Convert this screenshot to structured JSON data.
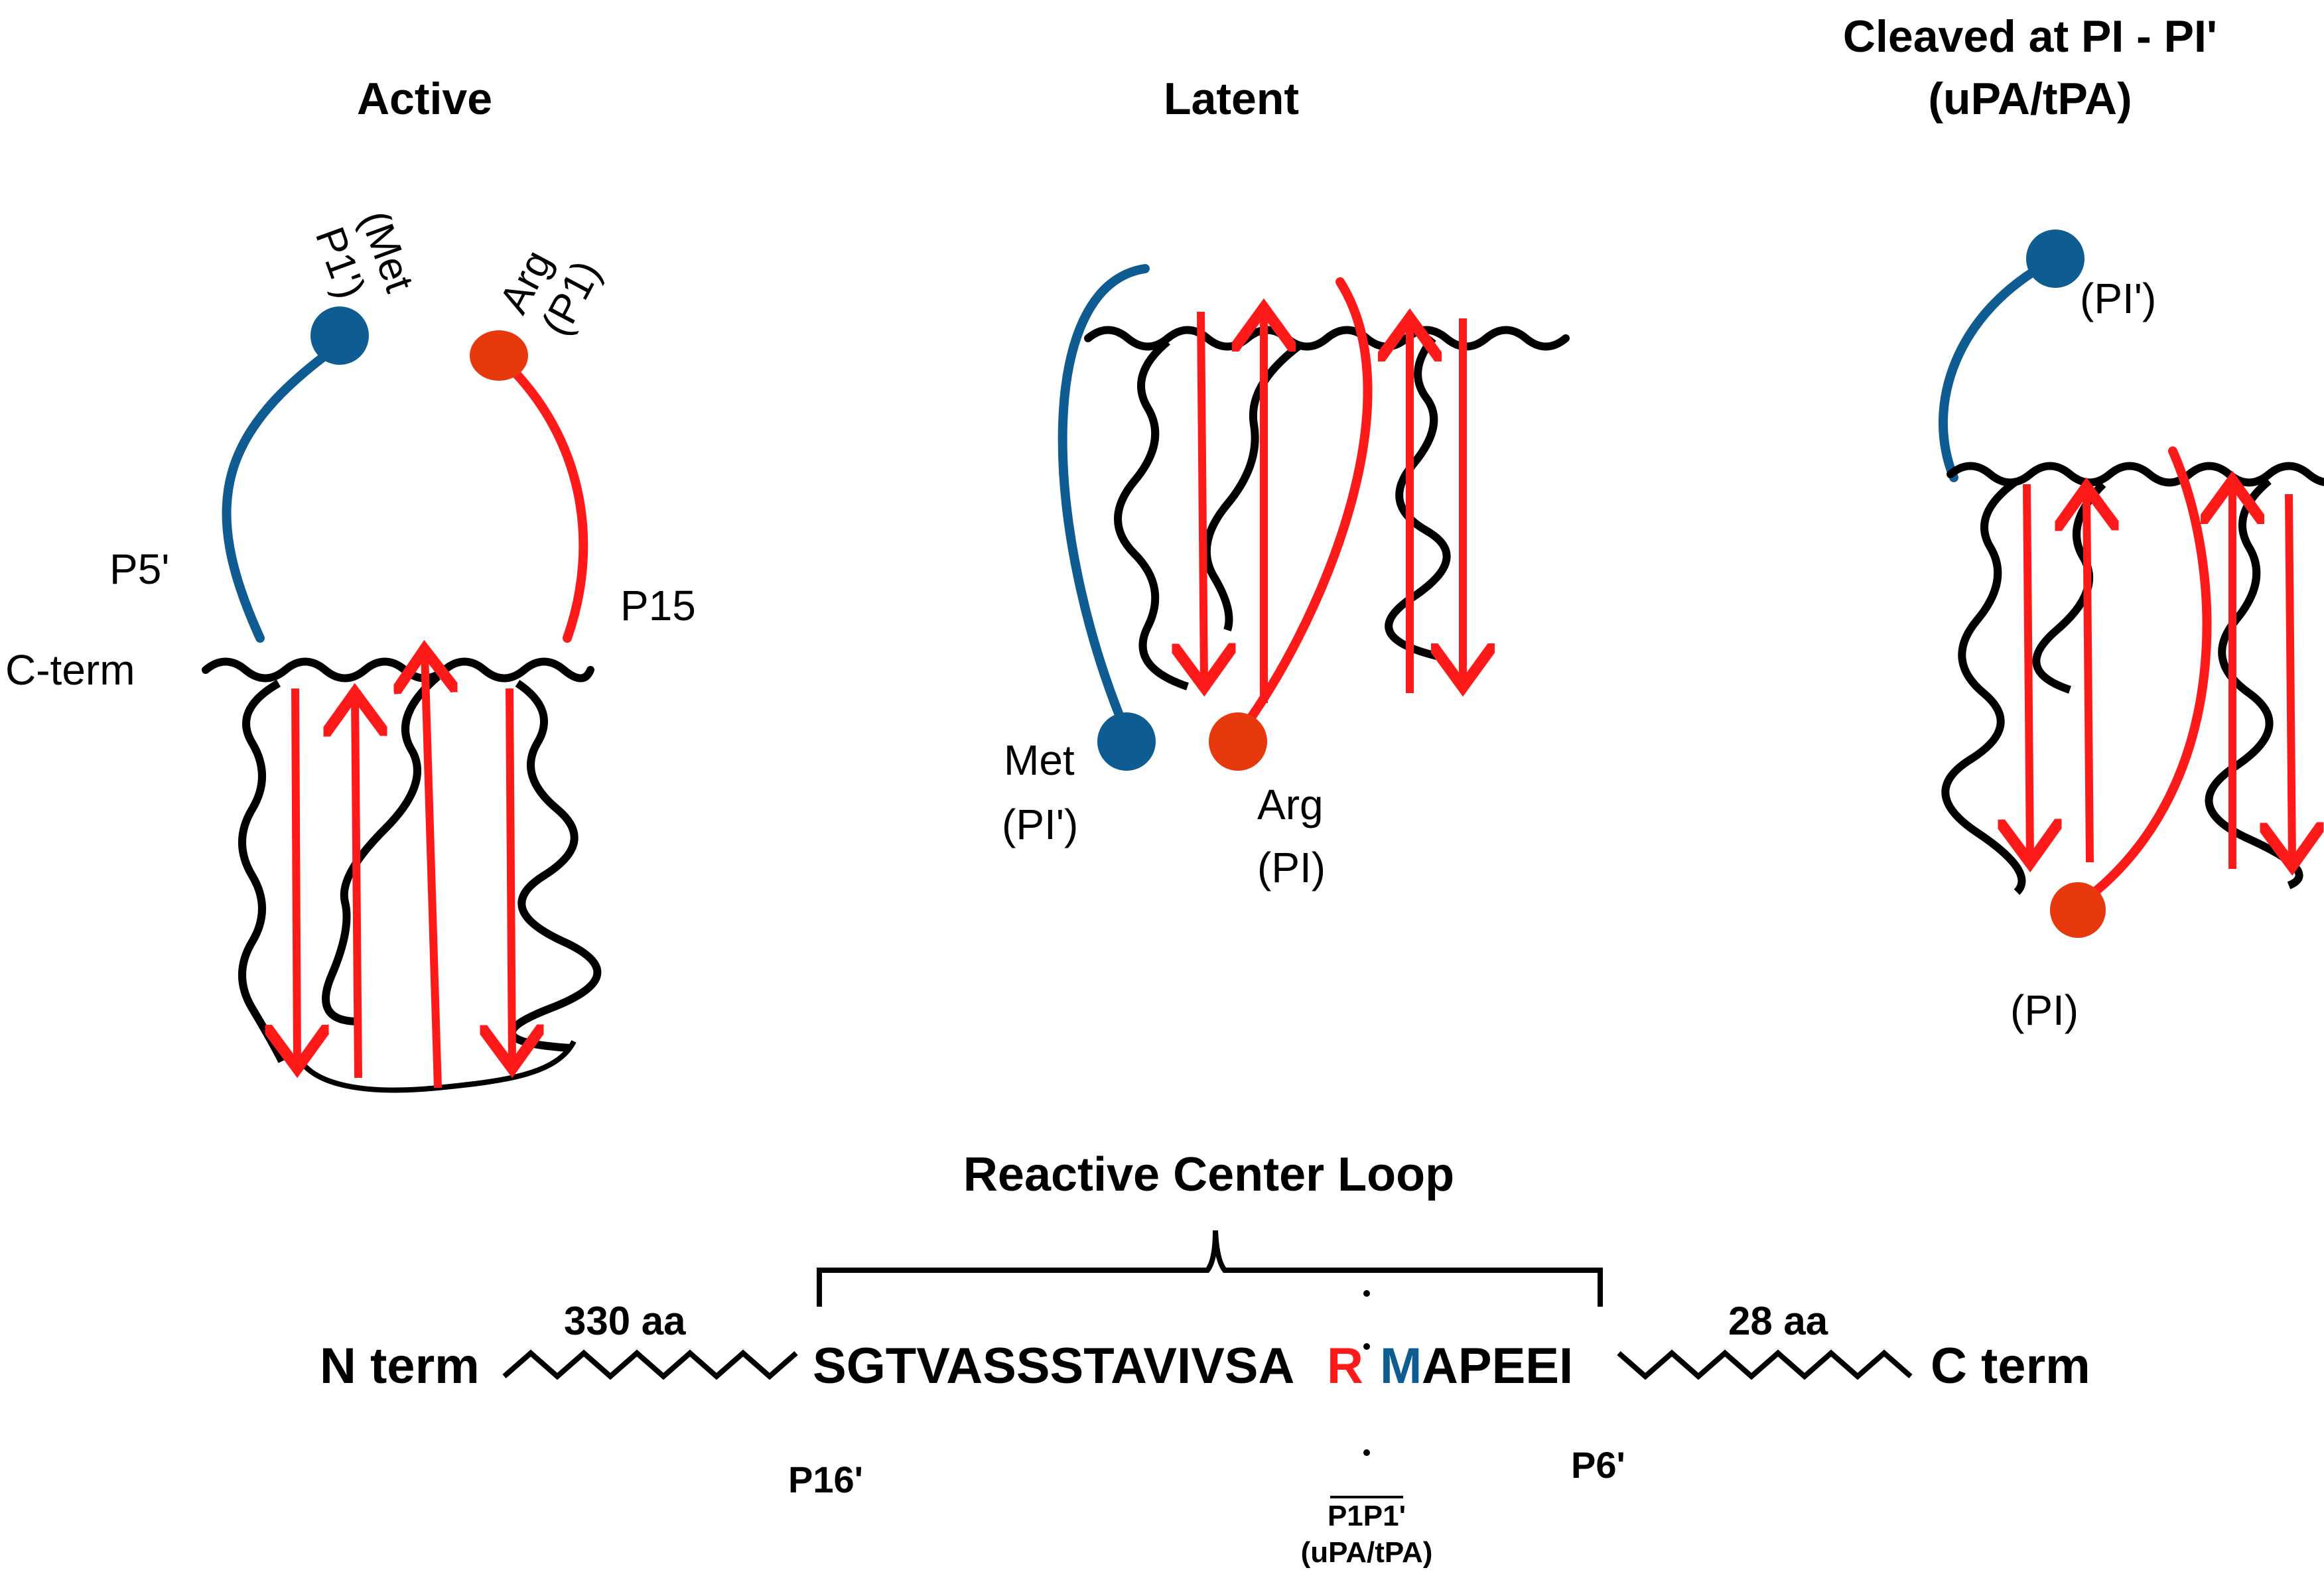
{
  "colors": {
    "blue": "#0f5c92",
    "red": "#ff1a1a",
    "orange_red": "#e8380e",
    "black": "#000000"
  },
  "panels": {
    "active": {
      "title": "Active",
      "met_label_1": "(Met",
      "met_label_2": "P1')",
      "arg_label_1": "Arg",
      "arg_label_2": "(P1)",
      "p5": "P5'",
      "p15": "P15",
      "cterm": "C-term"
    },
    "latent": {
      "title": "Latent",
      "met_label_1": "Met",
      "met_label_2": "(PI')",
      "arg_label_1": "Arg",
      "arg_label_2": "(PI)"
    },
    "cleaved": {
      "title_1": "Cleaved at PI - PI'",
      "title_2": "(uPA/tPA)",
      "pi_prime": "(PI')",
      "pi": "(PI)"
    }
  },
  "sequence": {
    "heading": "Reactive Center Loop",
    "n_term": "N term",
    "c_term": "C term",
    "left_len": "330 aa",
    "right_len": "28 aa",
    "seq_left": "SGTVASSSTAVIVSA",
    "seq_r": "R",
    "seq_m": "M",
    "seq_right": "APEEI",
    "p16": "P16'",
    "p6": "P6'",
    "p1p1": "P1P1'",
    "protease": "(uPA/tPA)"
  }
}
